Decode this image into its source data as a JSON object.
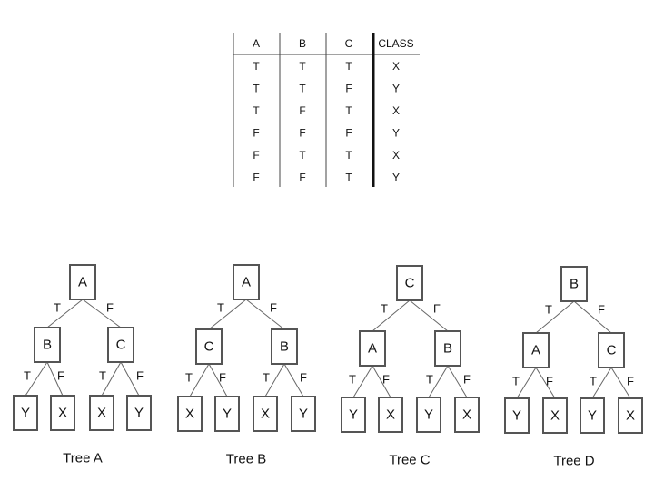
{
  "truth_table": {
    "headers": [
      "A",
      "B",
      "C",
      "CLASS"
    ],
    "rows": [
      [
        "T",
        "T",
        "T",
        "X"
      ],
      [
        "T",
        "T",
        "F",
        "Y"
      ],
      [
        "T",
        "F",
        "T",
        "X"
      ],
      [
        "F",
        "F",
        "F",
        "Y"
      ],
      [
        "F",
        "T",
        "T",
        "X"
      ],
      [
        "F",
        "F",
        "T",
        "Y"
      ]
    ]
  },
  "trees": [
    {
      "caption": "Tree A",
      "root": "A",
      "left": "B",
      "right": "C",
      "edge_labels": [
        "T",
        "F"
      ],
      "leaves": [
        "Y",
        "X",
        "X",
        "Y"
      ]
    },
    {
      "caption": "Tree B",
      "root": "A",
      "left": "C",
      "right": "B",
      "edge_labels": [
        "T",
        "F"
      ],
      "leaves": [
        "X",
        "Y",
        "X",
        "Y"
      ]
    },
    {
      "caption": "Tree C",
      "root": "C",
      "left": "A",
      "right": "B",
      "edge_labels": [
        "T",
        "F"
      ],
      "leaves": [
        "Y",
        "X",
        "Y",
        "X"
      ]
    },
    {
      "caption": "Tree D",
      "root": "B",
      "left": "A",
      "right": "C",
      "edge_labels": [
        "T",
        "F"
      ],
      "leaves": [
        "Y",
        "X",
        "Y",
        "X"
      ]
    }
  ]
}
